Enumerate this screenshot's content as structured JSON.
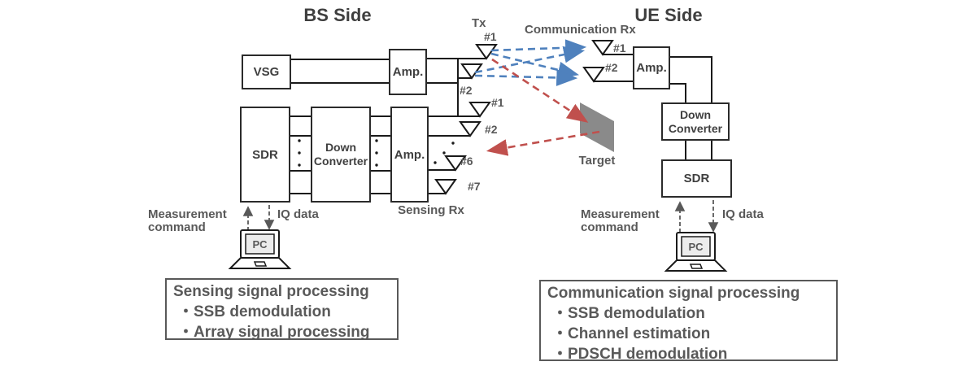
{
  "bs": {
    "title": "BS Side",
    "vsg_label": "VSG",
    "tx_amp_label": "Amp.",
    "sdr_label": "SDR",
    "down_converter_label": "Down Converter",
    "sensing_amp_label": "Amp.",
    "tx_label": "Tx",
    "tx_ant1": "#1",
    "tx_ant2": "#2",
    "sensing_ant1": "#1",
    "sensing_ant2": "#2",
    "sensing_ant6": "#6",
    "sensing_ant7": "#7",
    "sensing_rx_label": "Sensing Rx",
    "measurement_command": "Measurement command",
    "iq_data": "IQ data",
    "pc_label": "PC",
    "processing": {
      "title": "Sensing signal processing",
      "items": [
        "・SSB demodulation",
        "・Array signal processing"
      ]
    }
  },
  "ue": {
    "title": "UE Side",
    "comm_rx_label": "Communication Rx",
    "rx_ant1": "#1",
    "rx_ant2": "#2",
    "amp_label": "Amp.",
    "down_converter_label": "Down Converter",
    "sdr_label": "SDR",
    "measurement_command": "Measurement command",
    "iq_data": "IQ data",
    "pc_label": "PC",
    "processing": {
      "title": "Communication signal processing",
      "items": [
        "・SSB demodulation",
        "・Channel estimation",
        "・PDSCH demodulation"
      ]
    }
  },
  "scene": {
    "target_label": "Target"
  },
  "colors": {
    "communication_path_blue": "#4f81bd",
    "sensing_path_red": "#c0504d",
    "label_gray": "#595959",
    "wire_black": "#1a1a1a",
    "target_gray": "#8a8a8a"
  }
}
